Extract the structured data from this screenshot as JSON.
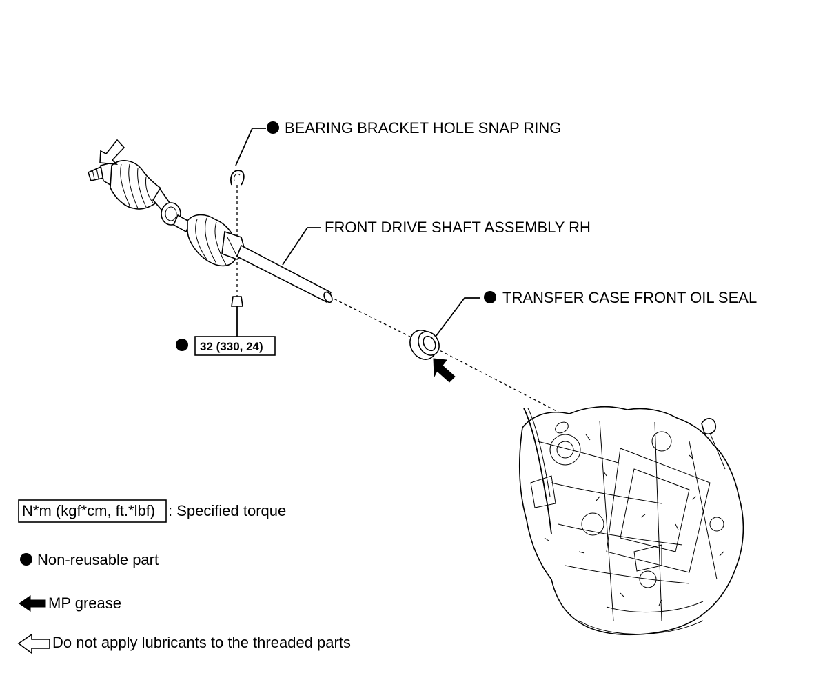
{
  "callouts": {
    "snap_ring": "BEARING BRACKET HOLE SNAP RING",
    "drive_shaft": "FRONT DRIVE SHAFT ASSEMBLY RH",
    "oil_seal": "TRANSFER CASE FRONT OIL SEAL",
    "bolt_torque": "32 (330, 24)"
  },
  "legend": {
    "torque_box": "N*m (kgf*cm, ft.*lbf)",
    "torque_desc": ": Specified torque",
    "non_reusable": "Non-reusable part",
    "mp_grease": "MP grease",
    "no_lubricant": "Do not apply lubricants to the threaded parts"
  }
}
